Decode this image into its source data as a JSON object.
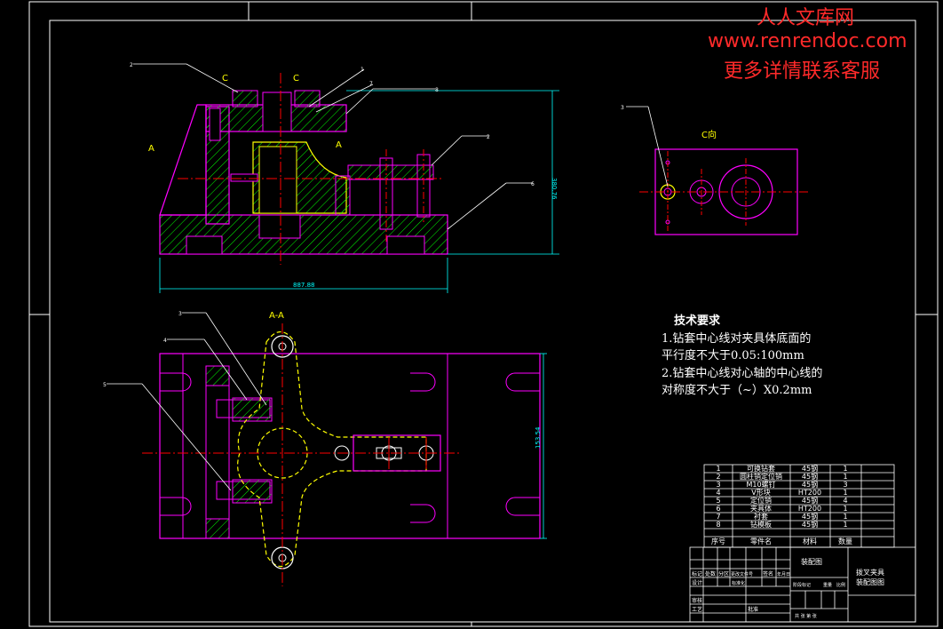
{
  "watermark": {
    "line1": "人人文库网",
    "line2": "www.renrendoc.com",
    "line3": "更多详情联系客服"
  },
  "labels": {
    "section_c_left": "C",
    "section_c_right": "C",
    "section_a_left": "A",
    "section_a_right": "A",
    "view_c": "C向",
    "view_aa": "A-A",
    "dim_width": "887.88",
    "dim_height": "380.76",
    "dim_plan_height": "153.54"
  },
  "balloons": {
    "top": [
      "2",
      "1",
      "7",
      "8",
      "2",
      "6"
    ],
    "view_c": [
      "3"
    ],
    "plan": [
      "3",
      "4",
      "5"
    ]
  },
  "notes": {
    "title": "技术要求",
    "line1": "1.钻套中心线对夹具体底面的",
    "line2": "平行度不大于0.05:100mm",
    "line3": "2.钻套中心线对心轴的中心线的",
    "line4": "对称度不大于（~）X0.2mm"
  },
  "bom": {
    "rows": [
      [
        "1",
        "可换钻套",
        "45钢",
        "1"
      ],
      [
        "2",
        "圆柱销定位销",
        "45钢",
        "1"
      ],
      [
        "3",
        "M10螺钉",
        "45钢",
        "3"
      ],
      [
        "4",
        "V形块",
        "HT200",
        "1"
      ],
      [
        "5",
        "定位销",
        "45钢",
        "4"
      ],
      [
        "6",
        "夹具体",
        "HT200",
        "1"
      ],
      [
        "7",
        "衬套",
        "45钢",
        "1"
      ],
      [
        "8",
        "钻模板",
        "45钢",
        "1"
      ]
    ],
    "header": [
      "序号",
      "零件名",
      "材料",
      "数量"
    ]
  },
  "title_block": {
    "drawing_name": "装配图",
    "part_name_1": "拨叉夹具",
    "part_name_2": "装配图图",
    "sign_a": "标记",
    "sign_b": "处数",
    "sign_c": "分区",
    "sign_d": "更改文件号",
    "sign_e": "签名",
    "sign_f": "年月日",
    "design": "设计",
    "standard": "标准化",
    "review": "审核",
    "craft": "工艺",
    "approve": "批准",
    "stage": "阶段标记",
    "weight": "重量",
    "scale": "比例",
    "sheets": "共 张 第 张"
  },
  "colors": {
    "background": "#000000",
    "outline": "#ffffff",
    "part": "#ff00ff",
    "hatch": "#00ff00",
    "centerline": "#ff0000",
    "yellow": "#ffff00",
    "dimension": "#00ffff",
    "watermark": "#ff2a2a"
  }
}
